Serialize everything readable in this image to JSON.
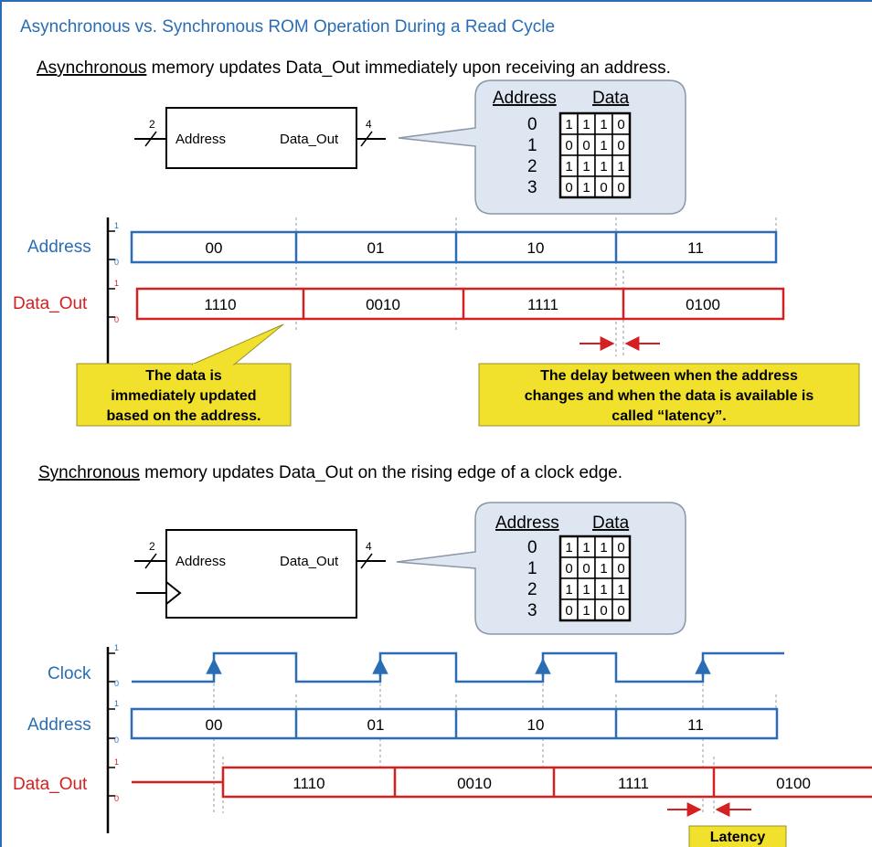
{
  "title": "Asynchronous vs. Synchronous ROM Operation During a Read Cycle",
  "async": {
    "sentence_underlined": "Asynchronous",
    "sentence_rest": " memory updates Data_Out immediately upon receiving an address.",
    "block": {
      "address_label": "Address",
      "data_out_label": "Data_Out",
      "address_width": "2",
      "data_width": "4"
    },
    "table": {
      "header_address": "Address",
      "header_data": "Data",
      "rows": [
        {
          "addr": "0",
          "bits": [
            "1",
            "1",
            "1",
            "0"
          ]
        },
        {
          "addr": "1",
          "bits": [
            "0",
            "0",
            "1",
            "0"
          ]
        },
        {
          "addr": "2",
          "bits": [
            "1",
            "1",
            "1",
            "1"
          ]
        },
        {
          "addr": "3",
          "bits": [
            "0",
            "1",
            "0",
            "0"
          ]
        }
      ]
    },
    "signals": {
      "address_label": "Address",
      "address_values": [
        "00",
        "01",
        "10",
        "11"
      ],
      "data_out_label": "Data_Out",
      "data_values": [
        "1110",
        "0010",
        "1111",
        "0100"
      ]
    },
    "callout_left": [
      "The data is",
      "immediately updated",
      "based on the address."
    ],
    "callout_right": [
      "The delay between when the address",
      "changes and when the data is available is",
      "called “latency”."
    ]
  },
  "sync": {
    "sentence_underlined": "Synchronous",
    "sentence_rest": " memory updates Data_Out on the rising edge of a clock edge.",
    "block": {
      "address_label": "Address",
      "data_out_label": "Data_Out",
      "address_width": "2",
      "data_width": "4"
    },
    "table": {
      "header_address": "Address",
      "header_data": "Data",
      "rows": [
        {
          "addr": "0",
          "bits": [
            "1",
            "1",
            "1",
            "0"
          ]
        },
        {
          "addr": "1",
          "bits": [
            "0",
            "0",
            "1",
            "0"
          ]
        },
        {
          "addr": "2",
          "bits": [
            "1",
            "1",
            "1",
            "1"
          ]
        },
        {
          "addr": "3",
          "bits": [
            "0",
            "1",
            "0",
            "0"
          ]
        }
      ]
    },
    "signals": {
      "clock_label": "Clock",
      "address_label": "Address",
      "address_values": [
        "00",
        "01",
        "10",
        "11"
      ],
      "data_out_label": "Data_Out",
      "data_values": [
        "1110",
        "0010",
        "1111",
        "0100"
      ]
    },
    "latency_label": "Latency"
  },
  "ticks": {
    "high": "1",
    "low": "0"
  },
  "colors": {
    "blue": "#2a6db5",
    "red": "#d42020",
    "callout": "#f2e12c",
    "table_bubble": "#dde6f1"
  }
}
